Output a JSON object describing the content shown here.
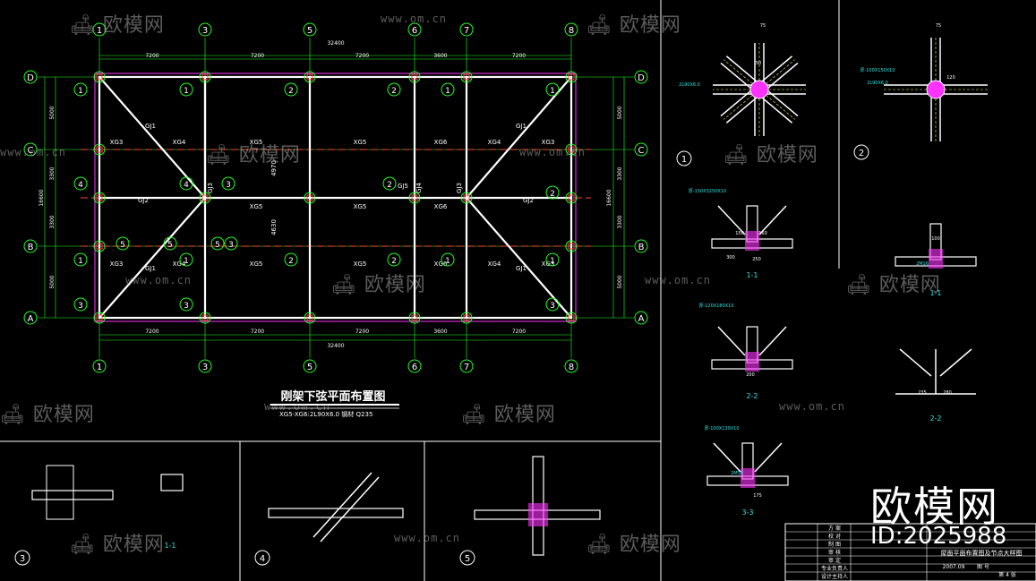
{
  "main_plan": {
    "title": "刚架下弦平面布置图",
    "note": "XG5-XG6:2L90X6.0  钢材 Q235",
    "col_labels": [
      "1",
      "3",
      "5",
      "6",
      "7",
      "8"
    ],
    "row_labels": [
      "D",
      "C",
      "B",
      "A"
    ],
    "spans": [
      "7200",
      "7200",
      "7200",
      "3600",
      "7200"
    ],
    "total": "32400",
    "left_dims": [
      "5000",
      "3300",
      "3300",
      "5000"
    ],
    "left_total": "16600",
    "right_dims": [
      "5000",
      "3300",
      "3300",
      "5000"
    ],
    "right_total": "16600",
    "member_labels": [
      "XG3",
      "XG4",
      "XG5",
      "XG5",
      "XG6",
      "XG4",
      "XG3",
      "GJ1",
      "GJ1",
      "GJ2",
      "GJ2",
      "XG5",
      "XG5",
      "XG6",
      "XG3",
      "XG4",
      "XG5",
      "XG5",
      "XG6",
      "XG4",
      "XG3",
      "GJ1",
      "GJ1",
      "GJ3",
      "GJ4",
      "GJ3",
      "GJ5",
      "4970",
      "4630"
    ],
    "bubbles": [
      "1",
      "2",
      "3",
      "4",
      "5"
    ]
  },
  "details": {
    "labels": [
      "1",
      "2",
      "3",
      "4",
      "5"
    ],
    "sections": [
      "1-1",
      "1-1",
      "2-2",
      "3-3",
      "2-2",
      "1-1"
    ],
    "dims": [
      "75",
      "75",
      "50",
      "120",
      "150",
      "160",
      "300",
      "250",
      "200",
      "235",
      "280",
      "175",
      "100",
      "2L90X6.0",
      "2L90X6.0",
      "2M16",
      "2M16",
      "厚-150X3250X10",
      "厚-100X150X10",
      "厚-120X180X10",
      "厚-100X130X10"
    ]
  },
  "title_block": {
    "rows": [
      "方 案",
      "校 对",
      "制 图",
      "审 核",
      "审 定",
      "专业负责人",
      "设计主持人"
    ],
    "drawing_name": "屋面平面布置图及节点大样图",
    "date": "2007.09",
    "sheet": "第 4 张",
    "scale": "图 号"
  },
  "watermark": {
    "logo": "欧模网",
    "url": "www.om.cn",
    "brand": "欧模网",
    "id": "ID:2025988"
  }
}
